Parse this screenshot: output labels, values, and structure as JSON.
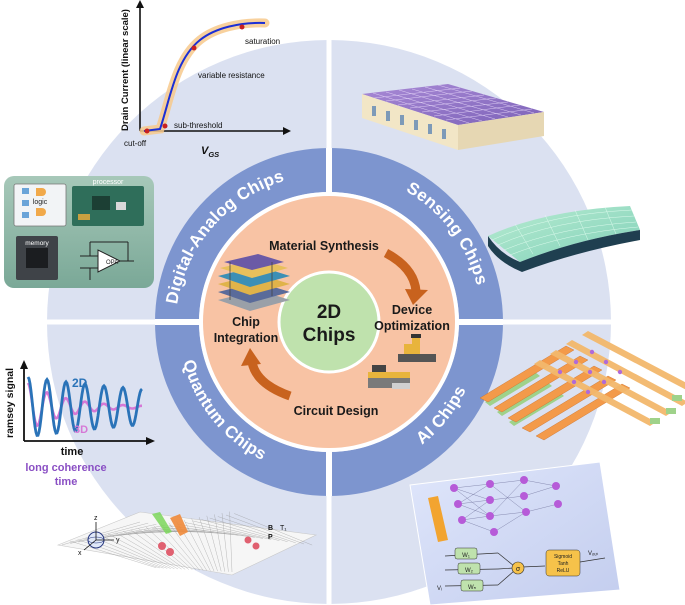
{
  "colors": {
    "outer_ring": "#dbe1f1",
    "quadrant_divider": "#ffffff",
    "band": "#7d95cf",
    "band_text": "#ffffff",
    "core_ring": "#f5b38f",
    "core_fill": "#f8c3a4",
    "center_circle": "#bfe2ad",
    "arrow": "#c8621e",
    "curve_blue": "#1b2fd6",
    "curve_highlight": "#f7c98c",
    "ramsey_blue": "#2a73b8",
    "ramsey_magenta": "#d678d6",
    "coherence_text": "#8a4fc4"
  },
  "center": {
    "line1": "2D",
    "line2": "Chips"
  },
  "process": {
    "material_synthesis": "Material Synthesis",
    "device_line1": "Device",
    "device_line2": "Optimization",
    "circuit_design": "Circuit Design",
    "integration_line1": "Chip",
    "integration_line2": "Integration"
  },
  "categories": {
    "digital_analog": "Digital-Analog Chips",
    "sensing": "Sensing Chips",
    "ai": "AI Chips",
    "quantum": "Quantum Chips"
  },
  "transistor_plot": {
    "ylabel": "Drain Current (linear scale)",
    "xlabel_main": "V",
    "xlabel_sub": "GS",
    "labels": [
      "saturation",
      "variable resistance",
      "sub-threshold",
      "cut-off"
    ]
  },
  "digital_panel": {
    "logic": "logic",
    "processor": "processor",
    "memory": "memory",
    "opa": "OPA"
  },
  "ramsey_plot": {
    "ylabel": "ramsey signal",
    "xlabel": "time",
    "series_2d": "2D",
    "series_3d": "3D",
    "caption_line1": "long coherence",
    "caption_line2": "time"
  },
  "quantum_lattice": {
    "axis_z": "z",
    "axis_y": "y",
    "axis_x": "x",
    "b": "B",
    "p": "P",
    "t": "T₁"
  },
  "ai_network": {
    "sigma": "σ",
    "w1": "W₁",
    "w2": "W₂",
    "wn": "Wₙ",
    "activation_line1": "Sigmoid",
    "activation_line2": "Tanh",
    "activation_line3": "ReLU",
    "v_in": "Vᵢ",
    "v_out": "Vₒᵤₜ"
  }
}
